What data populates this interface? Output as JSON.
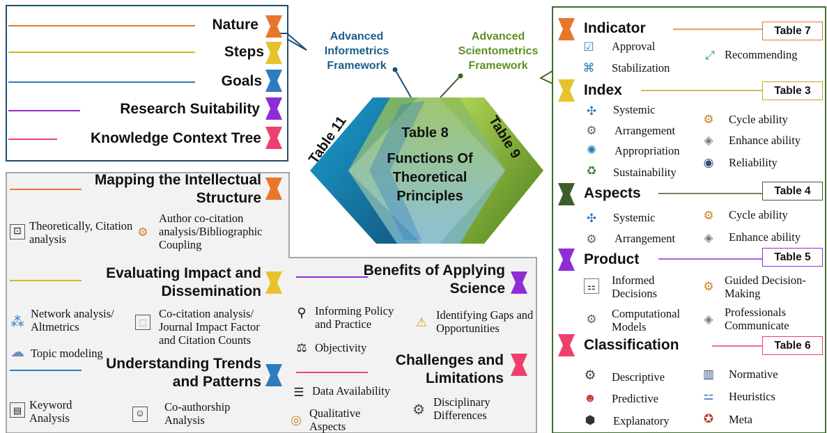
{
  "colors": {
    "orange": "#E8762B",
    "yellow": "#E6C32B",
    "blue": "#2E7BBF",
    "purple": "#8E2DD6",
    "pink": "#EE3F6E",
    "navy": "#1B4F72",
    "green": "#6E9E2A",
    "darkgreen": "#3B5E2B",
    "teal": "#1F7DA8"
  },
  "top_left": {
    "items": [
      {
        "label": "Nature",
        "color": "orange"
      },
      {
        "label": "Steps",
        "color": "yellow"
      },
      {
        "label": "Goals",
        "color": "blue"
      },
      {
        "label": "Research Suitability",
        "color": "purple"
      },
      {
        "label": "Knowledge Context Tree",
        "color": "pink"
      }
    ]
  },
  "center": {
    "informetrics_label": "Advanced Informetrics Framework",
    "scientometrics_label": "Advanced Scientometrics Framework",
    "left_ribbon": "Table 11",
    "right_ribbon": "Table 9",
    "middle_table": "Table 8",
    "middle_title": "Functions Of Theoretical Principles"
  },
  "bottom_left": {
    "mapping": {
      "title": "Mapping the Intellectual Structure",
      "items": [
        {
          "icon": "citation-icon",
          "glyph": "⊡",
          "text": "Theoretically, Citation analysis"
        },
        {
          "icon": "gears-icon",
          "glyph": "⚙",
          "text": "Author co-citation analysis/Bibliographic Coupling"
        }
      ]
    },
    "evaluating": {
      "title": "Evaluating Impact and Dissemination",
      "items": [
        {
          "icon": "network-icon",
          "glyph": "⁂",
          "text": "Network analysis/ Altmetrics"
        },
        {
          "icon": "chart-icon",
          "glyph": "⬚",
          "text": "Co-citation analysis/ Journal Impact Factor and Citation Counts"
        },
        {
          "icon": "topic-icon",
          "glyph": "☁",
          "text": "Topic modeling"
        }
      ]
    },
    "understanding": {
      "title": "Understanding Trends and Patterns",
      "items": [
        {
          "icon": "keyword-icon",
          "glyph": "▤",
          "text": "Keyword Analysis"
        },
        {
          "icon": "coauthor-icon",
          "glyph": "☺",
          "text": "Co-authorship Analysis"
        }
      ]
    },
    "benefits": {
      "title": "Benefits of Applying Science",
      "items": [
        {
          "icon": "policy-icon",
          "glyph": "⚲",
          "text": "Informing Policy and Practice"
        },
        {
          "icon": "gaps-icon",
          "glyph": "⚠",
          "text": "Identifying Gaps and Opportunities"
        },
        {
          "icon": "objectivity-icon",
          "glyph": "⚖",
          "text": "Objectivity"
        }
      ]
    },
    "challenges": {
      "title": "Challenges and Limitations",
      "items": [
        {
          "icon": "data-icon",
          "glyph": "☰",
          "text": "Data Availability"
        },
        {
          "icon": "disciplinary-icon",
          "glyph": "⚙",
          "text": "Disciplinary Differences"
        },
        {
          "icon": "qualitative-icon",
          "glyph": "◎",
          "text": "Qualitative Aspects"
        }
      ]
    }
  },
  "right": {
    "indicator": {
      "title": "Indicator",
      "table": "Table 7",
      "items": [
        {
          "icon": "approval-icon",
          "glyph": "☑",
          "text": "Approval"
        },
        {
          "icon": "recommending-icon",
          "glyph": "⤢",
          "text": "Recommending"
        },
        {
          "icon": "stabilization-icon",
          "glyph": "⌘",
          "text": "Stabilization"
        }
      ]
    },
    "index": {
      "title": "Index",
      "table": "Table 3",
      "items": [
        {
          "icon": "systemic-icon",
          "glyph": "✣",
          "text": "Systemic"
        },
        {
          "icon": "cycle-icon",
          "glyph": "⚙",
          "text": "Cycle ability"
        },
        {
          "icon": "arrangement-icon",
          "glyph": "⚙",
          "text": "Arrangement"
        },
        {
          "icon": "enhance-icon",
          "glyph": "◈",
          "text": "Enhance ability"
        },
        {
          "icon": "appropriation-icon",
          "glyph": "✺",
          "text": "Appropriation"
        },
        {
          "icon": "reliability-icon",
          "glyph": "◉",
          "text": "Reliability"
        },
        {
          "icon": "sustainability-icon",
          "glyph": "♻",
          "text": "Sustainability"
        }
      ]
    },
    "aspects": {
      "title": "Aspects",
      "table": "Table 4",
      "items": [
        {
          "icon": "systemic-icon",
          "glyph": "✣",
          "text": "Systemic"
        },
        {
          "icon": "cycle-icon",
          "glyph": "⚙",
          "text": "Cycle ability"
        },
        {
          "icon": "arrangement-icon",
          "glyph": "⚙",
          "text": "Arrangement"
        },
        {
          "icon": "enhance-icon",
          "glyph": "◈",
          "text": "Enhance ability"
        }
      ]
    },
    "product": {
      "title": "Product",
      "table": "Table 5",
      "items": [
        {
          "icon": "decisions-icon",
          "glyph": "⚏",
          "text": "Informed Decisions"
        },
        {
          "icon": "guided-icon",
          "glyph": "⚙",
          "text": "Guided Decision-Making"
        },
        {
          "icon": "computational-icon",
          "glyph": "⚙",
          "text": "Computational Models"
        },
        {
          "icon": "communicate-icon",
          "glyph": "◈",
          "text": "Professionals Communicate"
        }
      ]
    },
    "classification": {
      "title": "Classification",
      "table": "Table 6",
      "items": [
        {
          "icon": "descriptive-icon",
          "glyph": "⚙",
          "text": "Descriptive"
        },
        {
          "icon": "normative-icon",
          "glyph": "▥",
          "text": "Normative"
        },
        {
          "icon": "predictive-icon",
          "glyph": "☻",
          "text": "Predictive"
        },
        {
          "icon": "heuristics-icon",
          "glyph": "⚍",
          "text": "Heuristics"
        },
        {
          "icon": "explanatory-icon",
          "glyph": "⬢",
          "text": "Explanatory"
        },
        {
          "icon": "meta-icon",
          "glyph": "✪",
          "text": "Meta"
        }
      ]
    }
  }
}
